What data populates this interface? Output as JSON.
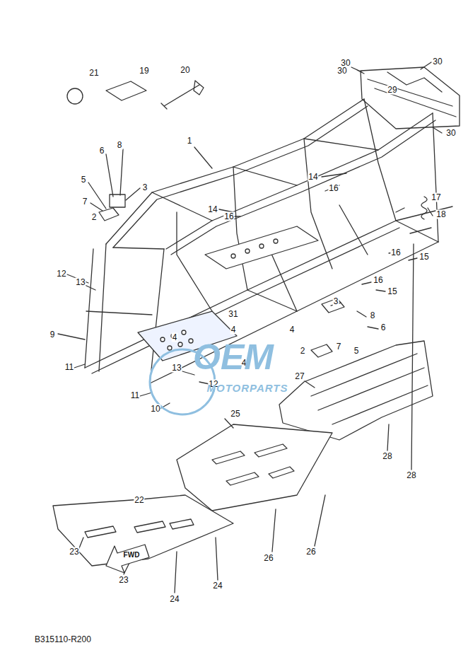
{
  "diagram": {
    "labels": [
      "21",
      "19",
      "20",
      "30",
      "30",
      "30",
      "29",
      "30",
      "1",
      "6",
      "8",
      "3",
      "5",
      "7",
      "2",
      "14",
      "16",
      "14",
      "16",
      "17",
      "18",
      "16",
      "15",
      "12",
      "13",
      "16",
      "15",
      "3",
      "8",
      "6",
      "31",
      "4",
      "4",
      "4",
      "9",
      "4",
      "2",
      "7",
      "5",
      "11",
      "13",
      "12",
      "11",
      "10",
      "27",
      "25",
      "28",
      "28",
      "22",
      "26",
      "26",
      "23",
      "23",
      "24",
      "24",
      "FWD",
      "B315110-R200",
      "OEM",
      "MOTORPARTS"
    ]
  }
}
